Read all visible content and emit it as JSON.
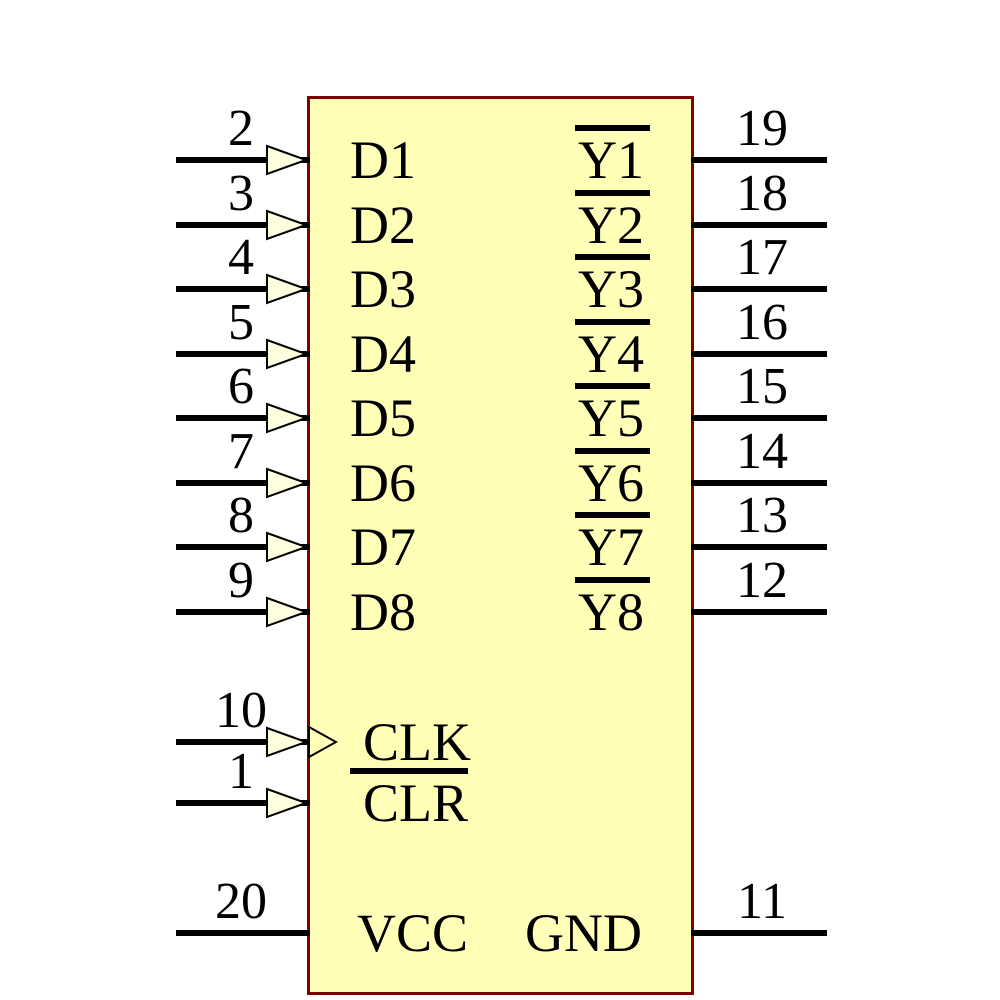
{
  "component": {
    "kind": "ic-schematic-symbol",
    "colors": {
      "body_fill": "#FFFFB8",
      "body_border": "#7F0000",
      "arrow_fill": "#FFFFE0",
      "wire": "#000000",
      "text": "#000000"
    },
    "data_inputs": [
      {
        "pin": "2",
        "label": "D1"
      },
      {
        "pin": "3",
        "label": "D2"
      },
      {
        "pin": "4",
        "label": "D3"
      },
      {
        "pin": "5",
        "label": "D4"
      },
      {
        "pin": "6",
        "label": "D5"
      },
      {
        "pin": "7",
        "label": "D6"
      },
      {
        "pin": "8",
        "label": "D7"
      },
      {
        "pin": "9",
        "label": "D8"
      }
    ],
    "outputs": [
      {
        "pin": "19",
        "label": "Y1",
        "overline": true
      },
      {
        "pin": "18",
        "label": "Y2",
        "overline": true
      },
      {
        "pin": "17",
        "label": "Y3",
        "overline": true
      },
      {
        "pin": "16",
        "label": "Y4",
        "overline": true
      },
      {
        "pin": "15",
        "label": "Y5",
        "overline": true
      },
      {
        "pin": "14",
        "label": "Y6",
        "overline": true
      },
      {
        "pin": "13",
        "label": "Y7",
        "overline": true
      },
      {
        "pin": "12",
        "label": "Y8",
        "overline": true
      }
    ],
    "control_inputs": [
      {
        "pin": "10",
        "label": "CLK",
        "clock_edge_marker": true,
        "overline": false
      },
      {
        "pin": "1",
        "label": "CLR",
        "clock_edge_marker": false,
        "overline": true
      }
    ],
    "power_pins": [
      {
        "pin": "20",
        "label": "VCC",
        "side": "left"
      },
      {
        "pin": "11",
        "label": "GND",
        "side": "right"
      }
    ]
  }
}
